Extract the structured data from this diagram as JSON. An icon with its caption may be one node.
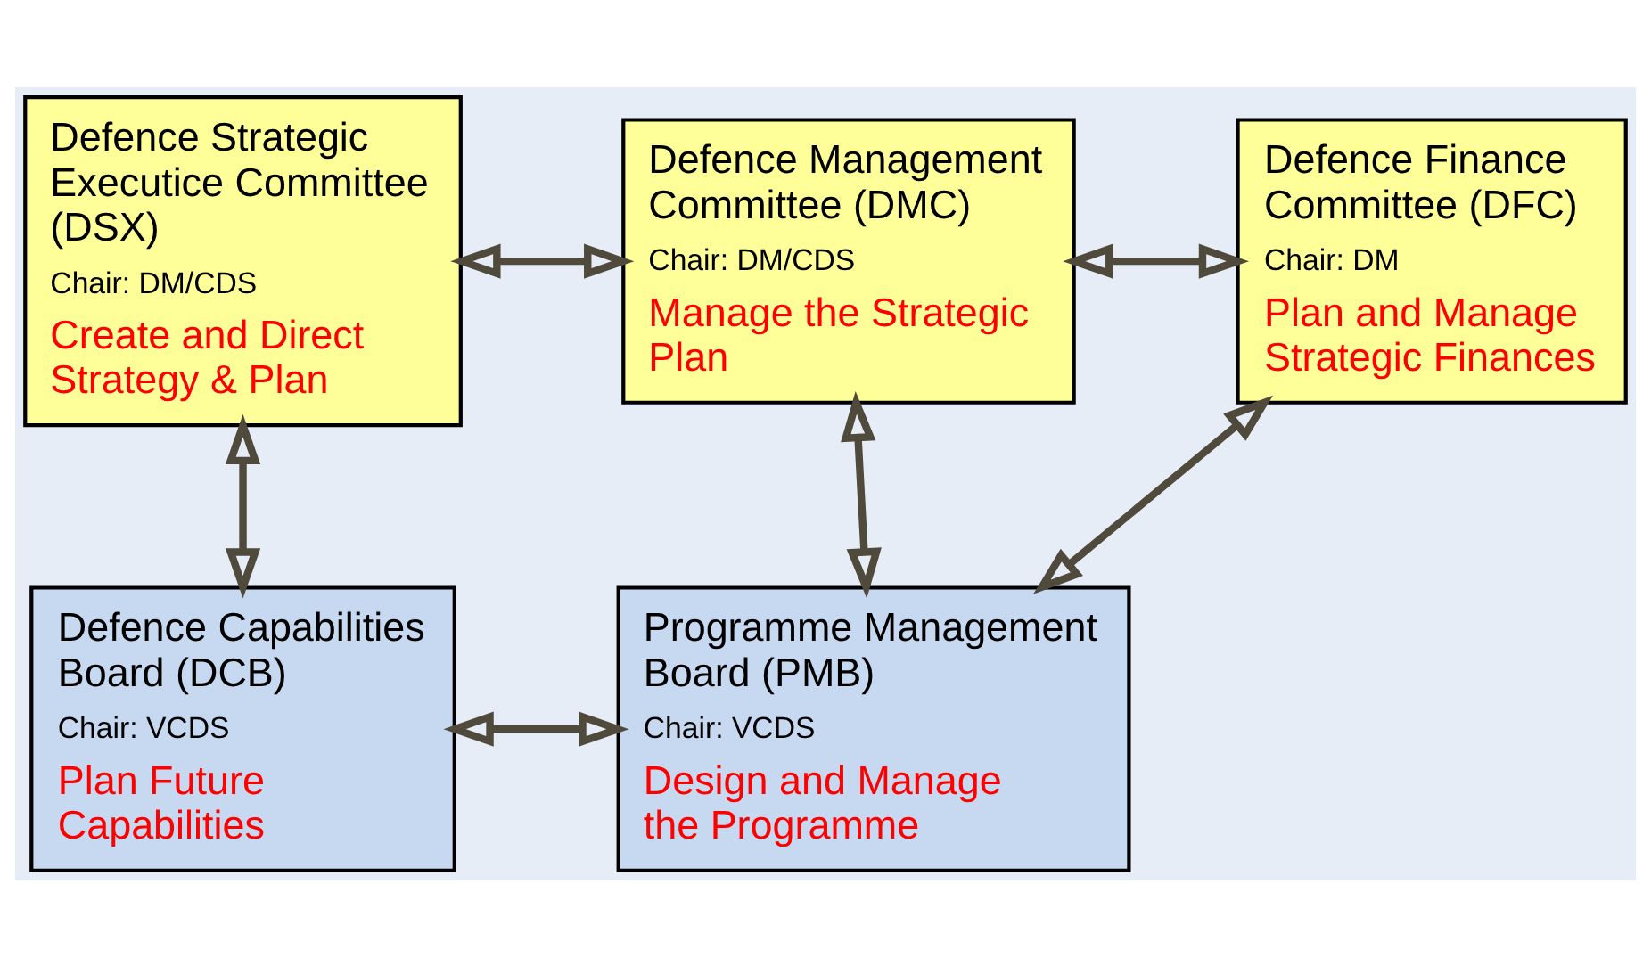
{
  "diagram": {
    "nodes": [
      {
        "text": [
          "Defence Strategic Executice Committee (DSX)",
          "Chair: DM/CDS",
          "Create and Direct Strategy & Plan"
        ]
      },
      {
        "text": [
          "Defence Management Committee (DMC)",
          "Chair: DM/CDS",
          "Manage the Strategic Plan"
        ]
      },
      {
        "text": [
          "Defence Finance Committee (DFC)",
          "Chair: DM",
          "Plan and Manage Strategic Finances"
        ]
      },
      {
        "text": [
          "Defence Capabilities Board (DCB)",
          "Chair: VCDS",
          "Plan Future Capabilities"
        ]
      },
      {
        "text": [
          "Programme Management Board (PMB)",
          "Chair: VCDS",
          "Design and Manage the Programme"
        ]
      }
    ],
    "edges": [
      {
        "from": 0,
        "to": 1,
        "arrow": "both"
      },
      {
        "from": 1,
        "to": 2,
        "arrow": "both"
      },
      {
        "from": 0,
        "to": 3,
        "arrow": "both"
      },
      {
        "from": 1,
        "to": 4,
        "arrow": "both"
      },
      {
        "from": 2,
        "to": 4,
        "arrow": "both"
      },
      {
        "from": 3,
        "to": 4,
        "arrow": "both"
      }
    ]
  }
}
